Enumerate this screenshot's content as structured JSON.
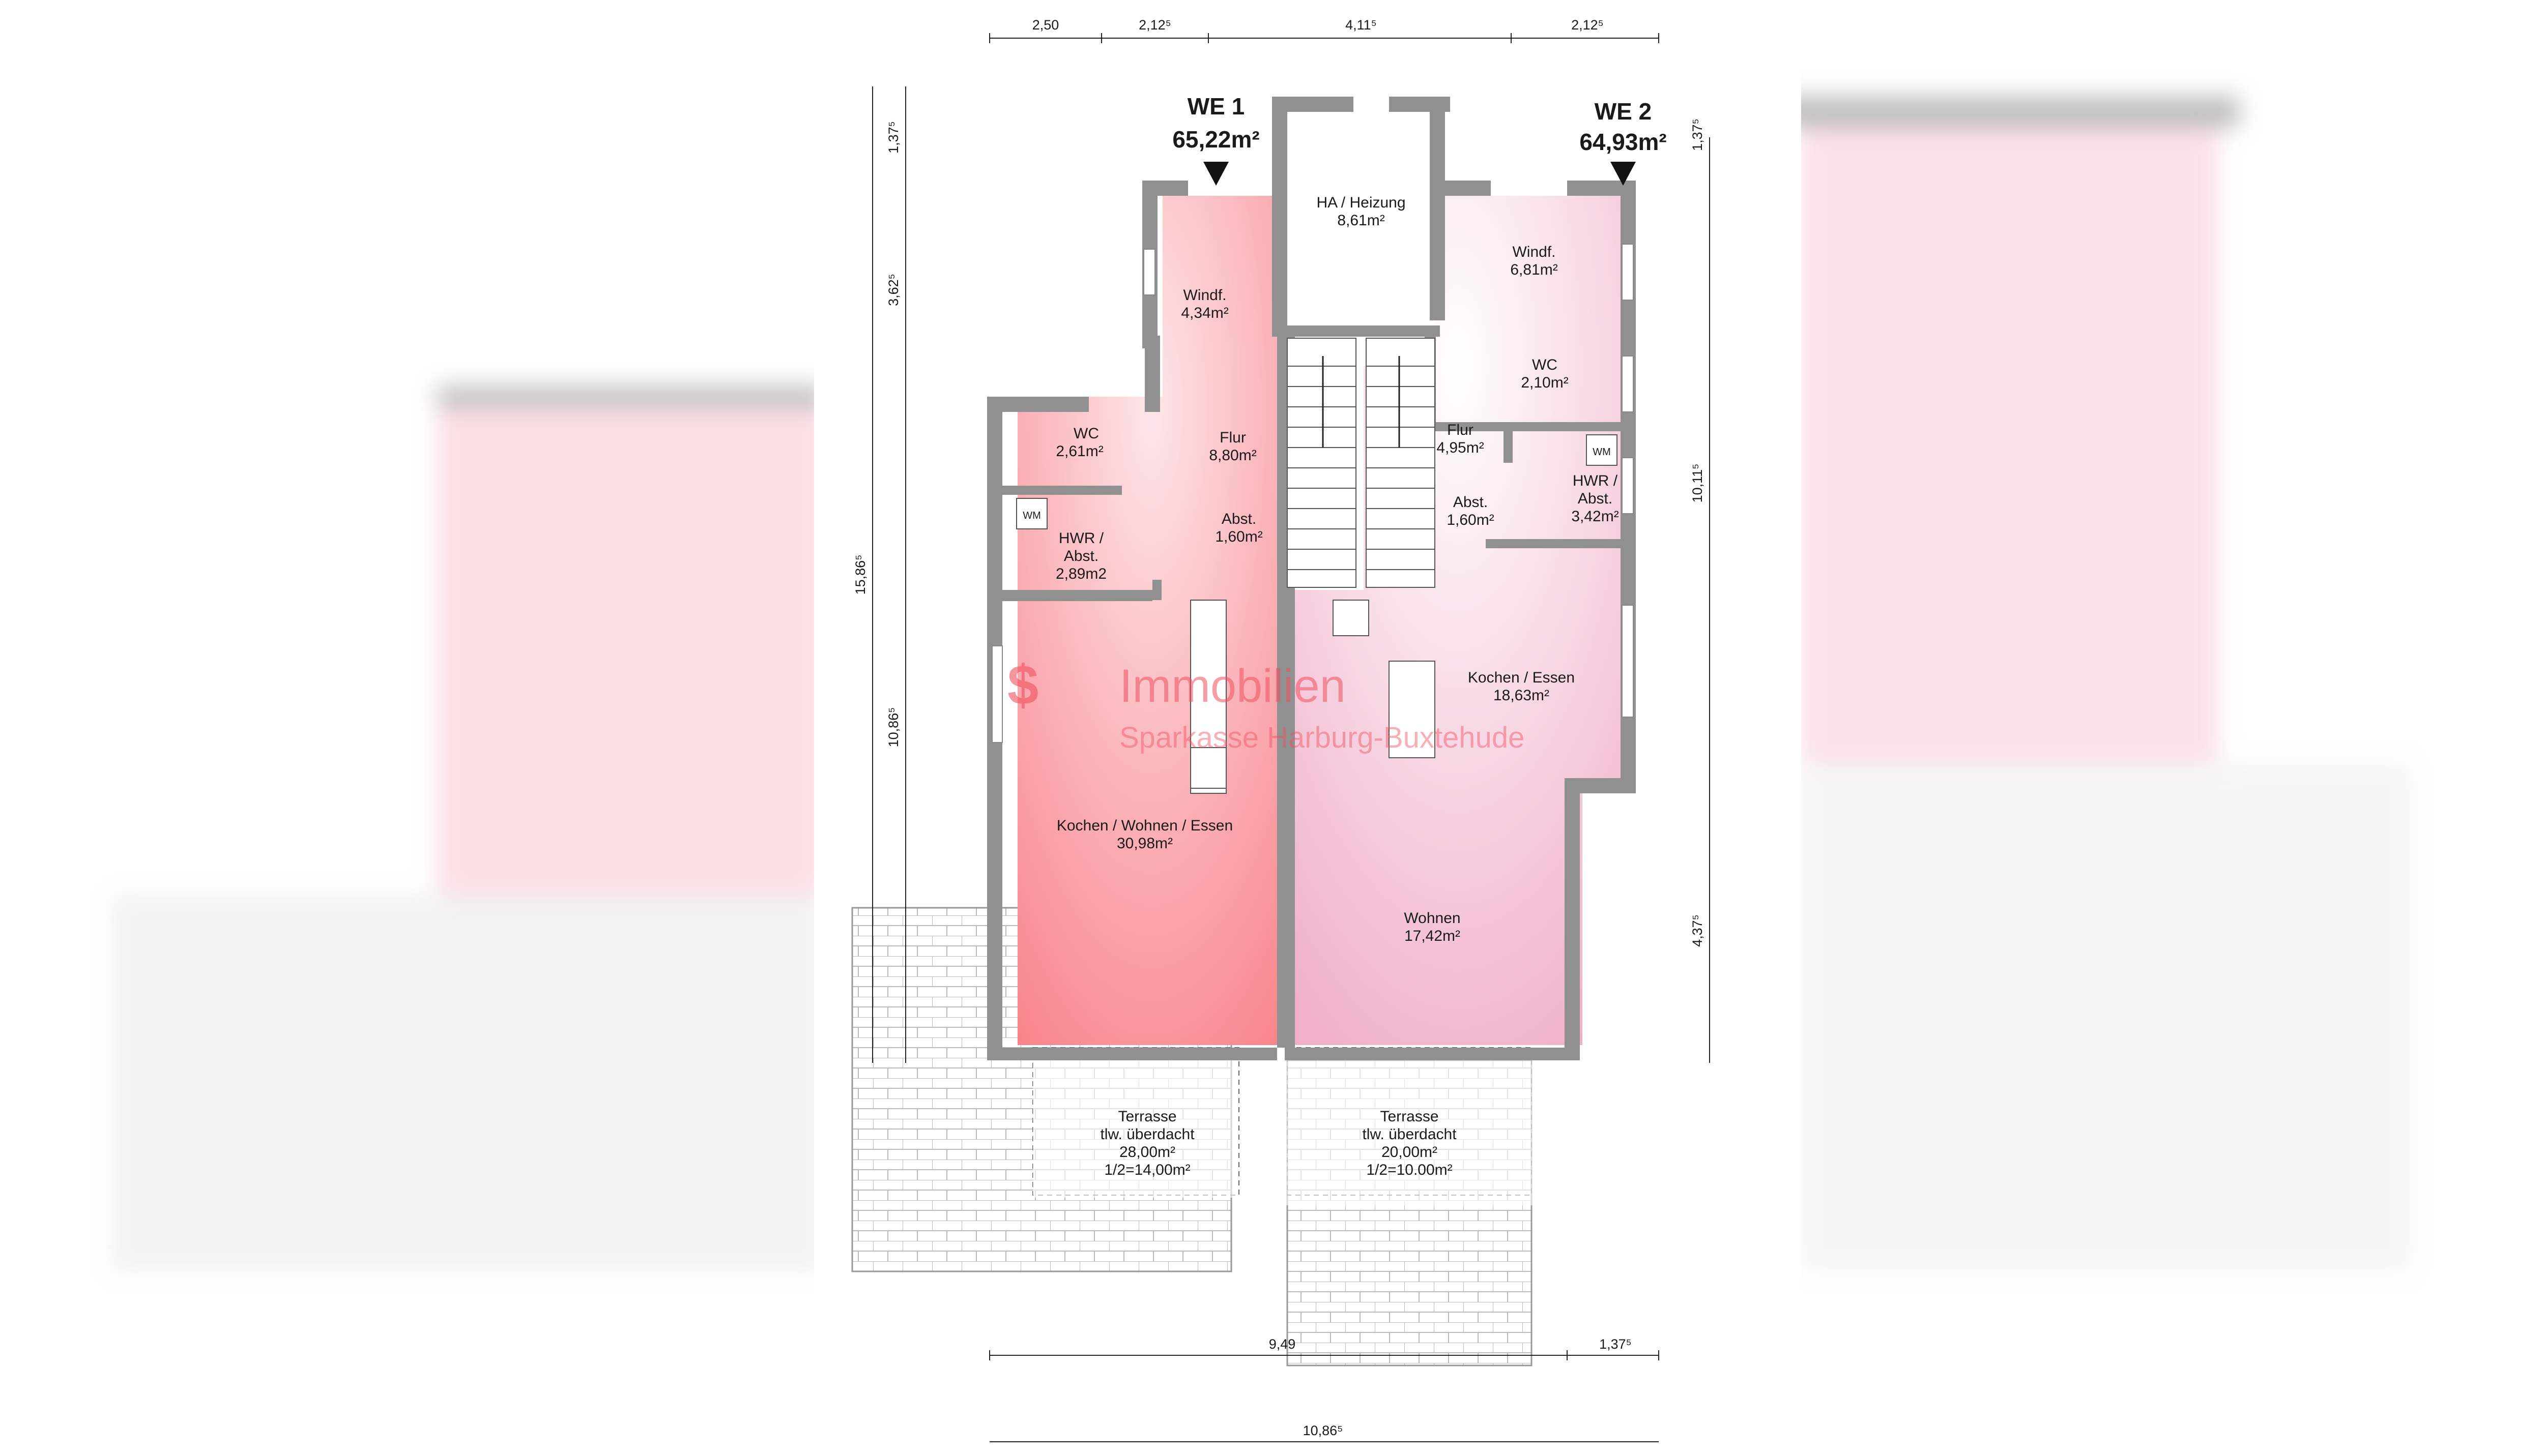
{
  "units": [
    {
      "name": "WE 1",
      "area": "65,22m²"
    },
    {
      "name": "WE 2",
      "area": "64,93m²"
    }
  ],
  "rooms": {
    "ha_heizung": {
      "name": "HA / Heizung",
      "area": "8,61m²"
    },
    "windf1": {
      "name": "Windf.",
      "area": "4,34m²"
    },
    "windf2": {
      "name": "Windf.",
      "area": "6,81m²"
    },
    "wc1": {
      "name": "WC",
      "area": "2,61m²"
    },
    "wc2": {
      "name": "WC",
      "area": "2,10m²"
    },
    "flur1": {
      "name": "Flur",
      "area": "8,80m²"
    },
    "flur2": {
      "name": "Flur",
      "area": "4,95m²"
    },
    "abst1": {
      "name": "Abst.",
      "area": "1,60m²"
    },
    "abst2": {
      "name": "Abst.",
      "area": "1,60m²"
    },
    "hwr1": {
      "name1": "HWR /",
      "name2": "Abst.",
      "area": "2,89m2"
    },
    "hwr2": {
      "name1": "HWR /",
      "name2": "Abst.",
      "area": "3,42m²"
    },
    "kwe": {
      "name": "Kochen / Wohnen / Essen",
      "area": "30,98m²"
    },
    "ke": {
      "name": "Kochen / Essen",
      "area": "18,63m²"
    },
    "wohnen": {
      "name": "Wohnen",
      "area": "17,42m²"
    },
    "terr1": {
      "name": "Terrasse",
      "sub": "tlw. überdacht",
      "area": "28,00m²",
      "half": "1/2=14,00m²"
    },
    "terr2": {
      "name": "Terrasse",
      "sub": "tlw. überdacht",
      "area": "20,00m²",
      "half": "1/2=10.00m²"
    }
  },
  "wm_label": "WM",
  "dimensions": {
    "top": [
      "2,50",
      "2,12⁵",
      "4,11⁵",
      "2,12⁵"
    ],
    "left_outer": "15,86⁵",
    "left_inner": [
      "1,37⁵",
      "3,62⁵",
      "10,86⁵"
    ],
    "right": [
      "1,37⁵",
      "10,11⁵",
      "4,37⁵"
    ],
    "bottom1": [
      "9,49",
      "1,37⁵"
    ],
    "bottom2": "10,86⁵"
  },
  "watermark": {
    "line1": "Immobilien",
    "line2": "Sparkasse Harburg-Buxtehude"
  },
  "colors": {
    "we1": "#f8838a",
    "we2": "#f2b0c8",
    "wall": "#909090"
  }
}
